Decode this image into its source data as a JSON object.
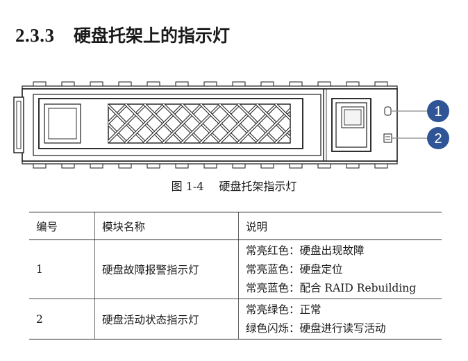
{
  "section": {
    "number": "2.3.3",
    "title": "硬盘托架上的指示灯"
  },
  "figure": {
    "callouts": [
      "1",
      "2"
    ]
  },
  "caption": {
    "number": "图 1-4",
    "title": "硬盘托架指示灯"
  },
  "table": {
    "headers": [
      "编号",
      "模块名称",
      "说明"
    ],
    "rows": [
      {
        "id": "1",
        "module": "硬盘故障报警指示灯",
        "descriptions": [
          "常亮红色：硬盘出现故障",
          "常亮蓝色：硬盘定位",
          "常亮蓝色：配合 RAID Rebuilding"
        ]
      },
      {
        "id": "2",
        "module": "硬盘活动状态指示灯",
        "descriptions": [
          "常亮绿色：正常",
          "绿色闪烁：硬盘进行读写活动"
        ]
      }
    ]
  },
  "colors": {
    "callout_fill": "#2f5597",
    "line": "#1a1a1a",
    "rail": "#8a8a8a"
  }
}
